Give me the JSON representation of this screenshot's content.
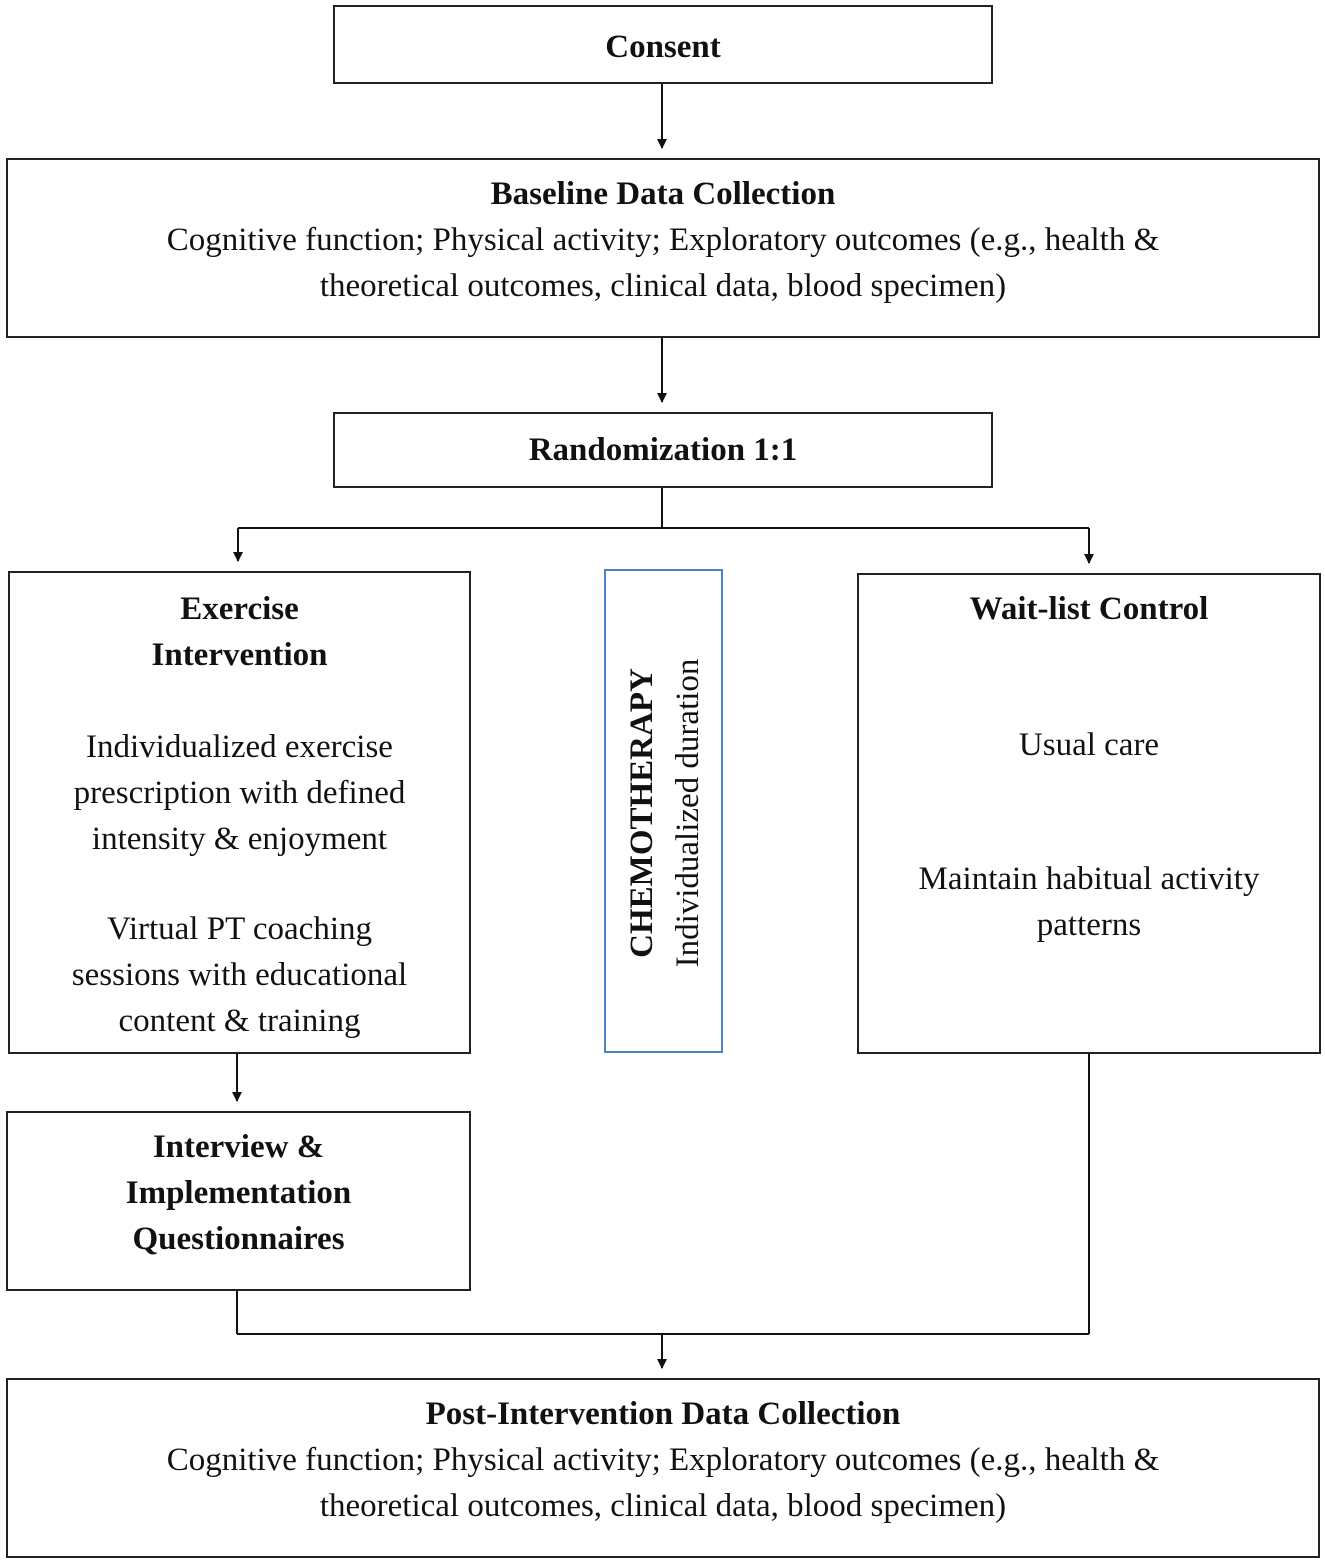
{
  "consent": {
    "title": "Consent"
  },
  "baseline": {
    "title": "Baseline Data Collection",
    "line1": "Cognitive function; Physical activity; Exploratory outcomes (e.g., health &",
    "line2": "theoretical outcomes, clinical data, blood specimen)"
  },
  "randomization": {
    "title": "Randomization 1:1"
  },
  "exercise": {
    "title1": "Exercise",
    "title2": "Intervention",
    "para1": [
      "Individualized exercise",
      "prescription with defined",
      "intensity & enjoyment"
    ],
    "para2": [
      "Virtual PT coaching",
      "sessions with educational",
      "content & training"
    ]
  },
  "chemo": {
    "title": "CHEMOTHERAPY",
    "subtitle": "Individualized duration",
    "border_color": "#4a86c6"
  },
  "waitlist": {
    "title": "Wait-list Control",
    "item1": "Usual care",
    "item2_line1": "Maintain habitual activity",
    "item2_line2": "patterns"
  },
  "interview": {
    "line1": "Interview &",
    "line2": "Implementation",
    "line3": "Questionnaires"
  },
  "post": {
    "title": "Post-Intervention Data Collection",
    "line1": "Cognitive function; Physical activity; Exploratory outcomes (e.g., health &",
    "line2": "theoretical outcomes, clinical data, blood specimen)"
  }
}
